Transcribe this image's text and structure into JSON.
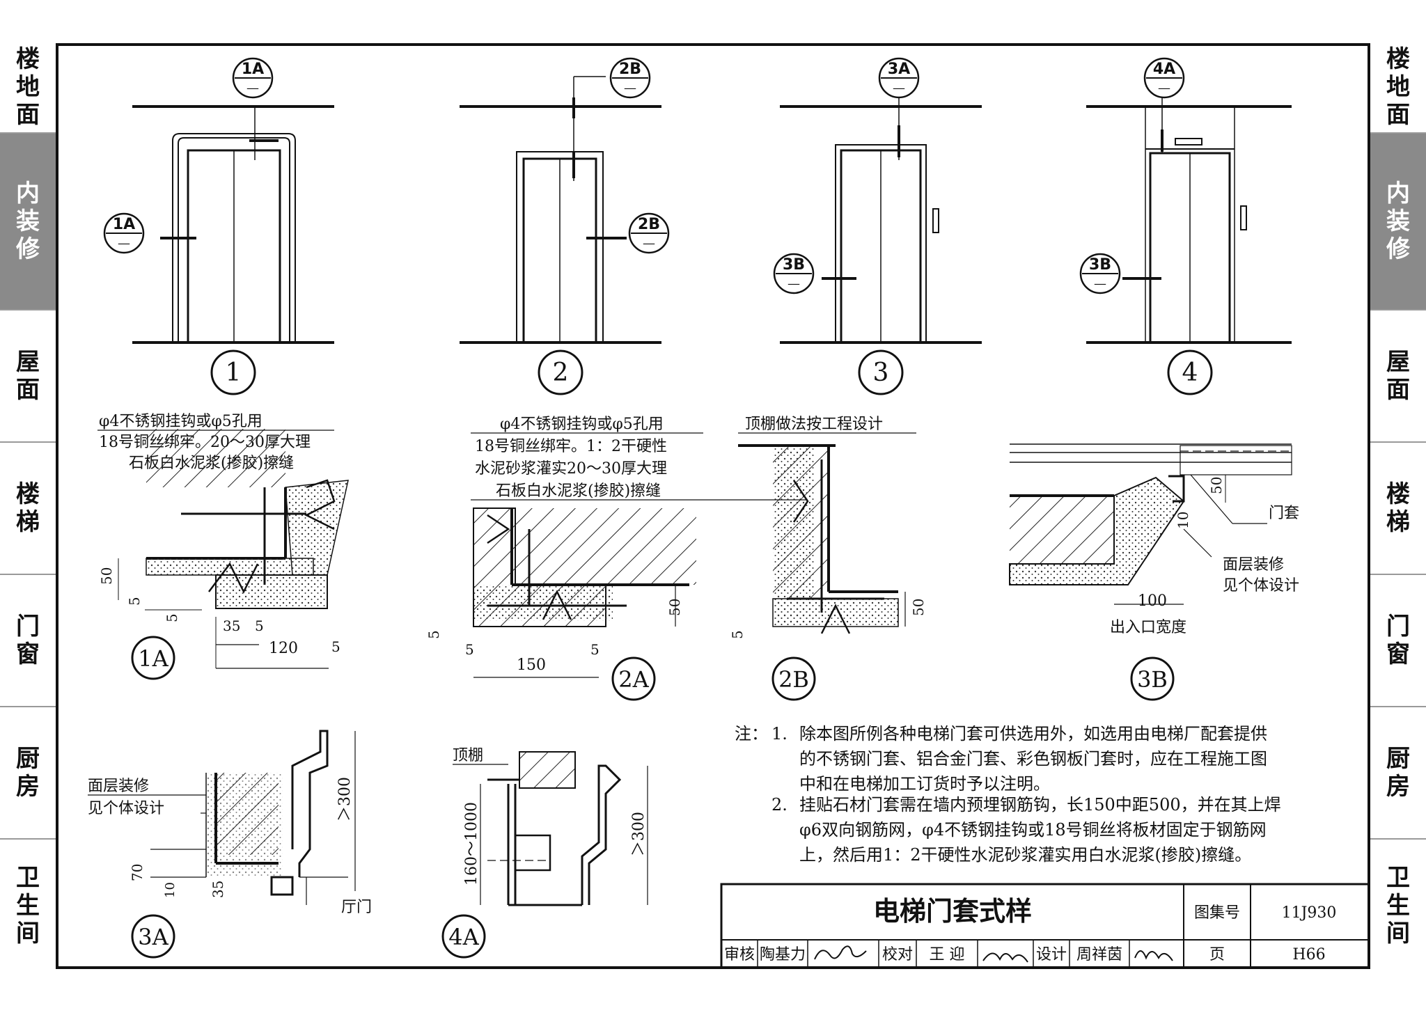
{
  "side_tabs": {
    "items": [
      {
        "label": "楼地面"
      },
      {
        "label": "内装修",
        "active": true
      },
      {
        "label": "屋面"
      },
      {
        "label": "楼梯"
      },
      {
        "label": "门窗"
      },
      {
        "label": "厨房"
      },
      {
        "label": "卫生间"
      }
    ]
  },
  "elevations": [
    {
      "number": "1",
      "tags": [
        "1A",
        "1A"
      ]
    },
    {
      "number": "2",
      "tags": [
        "2B",
        "2B"
      ]
    },
    {
      "number": "3",
      "tags": [
        "3A",
        "3B"
      ]
    },
    {
      "number": "4",
      "tags": [
        "4A",
        "3B"
      ]
    }
  ],
  "tag_sub": "—",
  "details": {
    "d1A": {
      "label": "1A",
      "note_lines": [
        "φ4不锈钢挂钩或φ5孔用",
        "18号铜丝绑牢。20～30厚大理",
        "石板白水泥浆(掺胶)擦缝"
      ],
      "dims": [
        "50",
        "5",
        "5",
        "35",
        "5",
        "120",
        "5"
      ]
    },
    "d2A": {
      "label": "2A",
      "note_lines": [
        "φ4不锈钢挂钩或φ5孔用",
        "18号铜丝绑牢。1：2干硬性",
        "水泥砂浆灌实20～30厚大理",
        "石板白水泥浆(掺胶)擦缝"
      ],
      "dims": [
        "5",
        "5",
        "150",
        "5",
        "50"
      ]
    },
    "d2B": {
      "label": "2B",
      "note": "顶棚做法按工程设计",
      "dims": [
        "50",
        "5"
      ]
    },
    "d3B": {
      "label": "3B",
      "callouts": [
        "门套",
        "面层装修",
        "见个体设计"
      ],
      "dims": [
        "50",
        "10",
        "100"
      ],
      "caption": "出入口宽度"
    },
    "d3A": {
      "label": "3A",
      "callouts": [
        "面层装修",
        "见个体设计",
        "厅门"
      ],
      "dims": [
        "70",
        "10",
        "35",
        "＞300"
      ]
    },
    "d4A": {
      "label": "4A",
      "callouts": [
        "顶棚"
      ],
      "dims": [
        "160～1000",
        "＞300"
      ]
    }
  },
  "notes": {
    "prefix": "注：",
    "items": [
      {
        "num": "1.",
        "lines": [
          "除本图所例各种电梯门套可供选用外，如选用由电梯厂配套提供",
          "的不锈钢门套、铝合金门套、彩色钢板门套时，应在工程施工图",
          "中和在电梯加工订货时予以注明。"
        ]
      },
      {
        "num": "2.",
        "lines": [
          "挂贴石材门套需在墙内预埋钢筋钩，长150中距500，并在其上焊",
          "φ6双向钢筋网，φ4不锈钢挂钩或18号铜丝将板材固定于钢筋网",
          "上，然后用1：2干硬性水泥砂浆灌实用白水泥浆(掺胶)擦缝。"
        ]
      }
    ]
  },
  "title_block": {
    "title": "电梯门套式样",
    "atlas_label": "图集号",
    "atlas_no": "11J930",
    "page_label": "页",
    "page_no": "H66",
    "review_label": "审核",
    "review_name": "陶基力",
    "check_label": "校对",
    "check_name": "王 迎",
    "design_label": "设计",
    "design_name": "周祥茵"
  }
}
